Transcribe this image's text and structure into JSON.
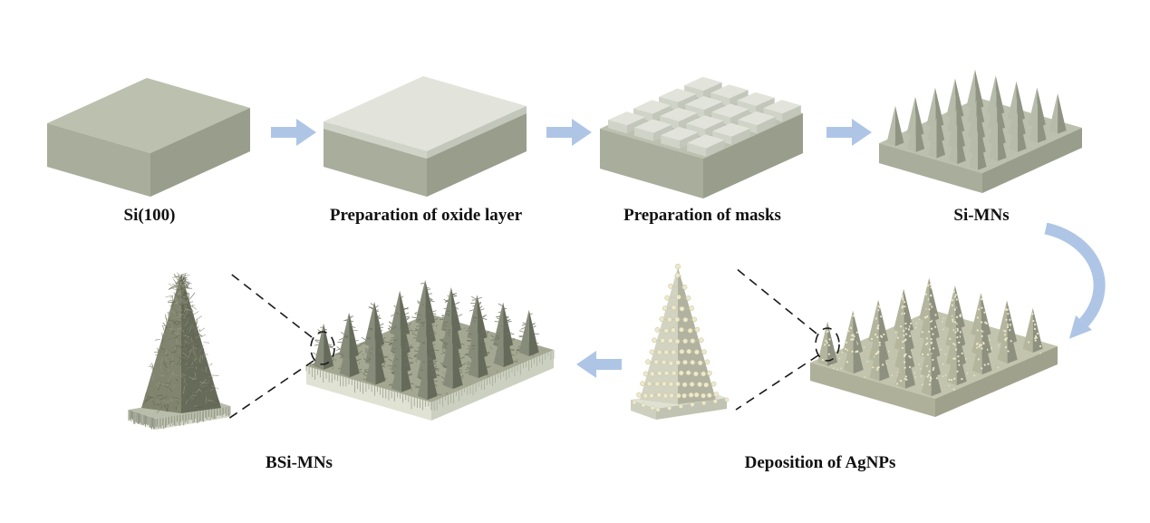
{
  "diagram": {
    "type": "process-flow",
    "steps": [
      {
        "label": "Si(100)"
      },
      {
        "label": "Preparation of oxide layer"
      },
      {
        "label": "Preparation of masks"
      },
      {
        "label": "Si-MNs"
      },
      {
        "label": "Deposition of AgNPs"
      },
      {
        "label": "BSi-MNs"
      }
    ],
    "colors": {
      "background": "#ffffff",
      "arrow": "#aec5e6",
      "silicon_top": "#bcc0ae",
      "silicon_front": "#a9ad9c",
      "silicon_side": "#999d8c",
      "oxide_layer": "#e2e4db",
      "agnp_particle": "#ece8c8",
      "black_silicon": "#6a6e5c",
      "text": "#111111"
    }
  }
}
